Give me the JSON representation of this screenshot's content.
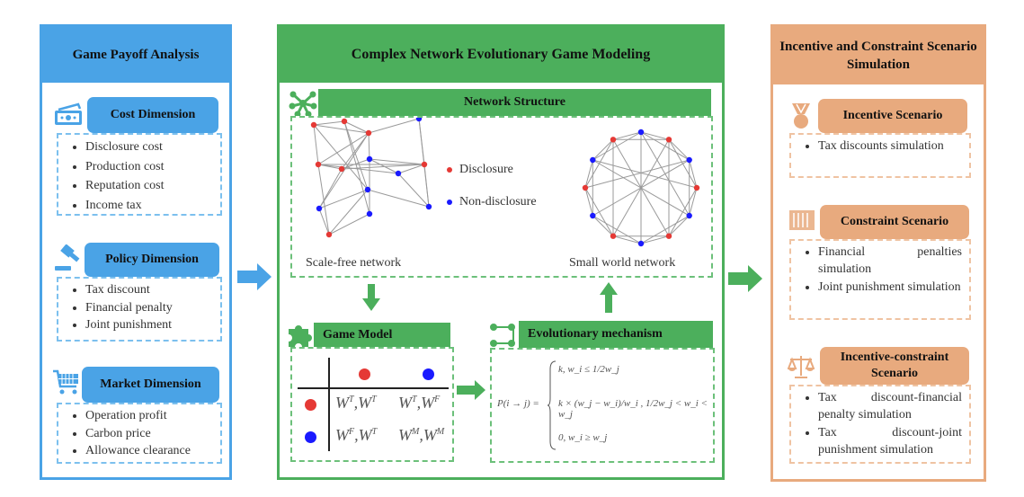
{
  "colors": {
    "blue": "#4aa3e6",
    "green": "#4caf5c",
    "orange": "#e8aa7e",
    "disclosure": "#e53935",
    "non_disclosure": "#1a1aff"
  },
  "left_panel": {
    "title": "Game Payoff Analysis",
    "sections": [
      {
        "icon": "money-icon",
        "title": "Cost Dimension",
        "items": [
          "Disclosure cost",
          "Production cost",
          "Reputation cost",
          "Income tax"
        ]
      },
      {
        "icon": "gavel-icon",
        "title": "Policy Dimension",
        "items": [
          "Tax discount",
          "Financial penalty",
          "Joint punishment"
        ]
      },
      {
        "icon": "cart-icon",
        "title": "Market Dimension",
        "items": [
          "Operation profit",
          "Carbon price",
          "Allowance clearance"
        ]
      }
    ]
  },
  "middle_panel": {
    "title": "Complex Network Evolutionary Game Modeling",
    "network_structure": {
      "icon": "network-icon",
      "title": "Network Structure",
      "scale_free_label": "Scale-free network",
      "small_world_label": "Small world network",
      "legend": [
        {
          "label": "Disclosure",
          "color": "#e53935"
        },
        {
          "label": "Non-disclosure",
          "color": "#1a1aff"
        }
      ]
    },
    "game_model": {
      "icon": "puzzle-icon",
      "title": "Game Model",
      "payoff_matrix": [
        [
          "W^T, W^T",
          "W^T, W^F"
        ],
        [
          "W^F, W^T",
          "W^M, W^M"
        ]
      ]
    },
    "evolutionary_mechanism": {
      "icon": "flow-icon",
      "title": "Evolutionary mechanism",
      "formula_lhs": "P(i → j) =",
      "cases": [
        "k, w_i ≤ 1/2w_j",
        "k × (w_j − w_i)/w_i , 1/2w_j < w_i < w_j",
        "0, w_i ≥ w_j"
      ]
    }
  },
  "right_panel": {
    "title": "Incentive and Constraint Scenario Simulation",
    "sections": [
      {
        "icon": "medal-icon",
        "title": "Incentive Scenario",
        "items": [
          "Tax discounts simulation"
        ]
      },
      {
        "icon": "pillar-icon",
        "title": "Constraint Scenario",
        "items": [
          "Financial penalties simulation",
          "Joint punishment simulation"
        ]
      },
      {
        "icon": "scale-icon",
        "title": "Incentive-constraint Scenario",
        "items": [
          "Tax discount-financial penalty simulation",
          "Tax discount-joint punishment simulation"
        ]
      }
    ]
  }
}
